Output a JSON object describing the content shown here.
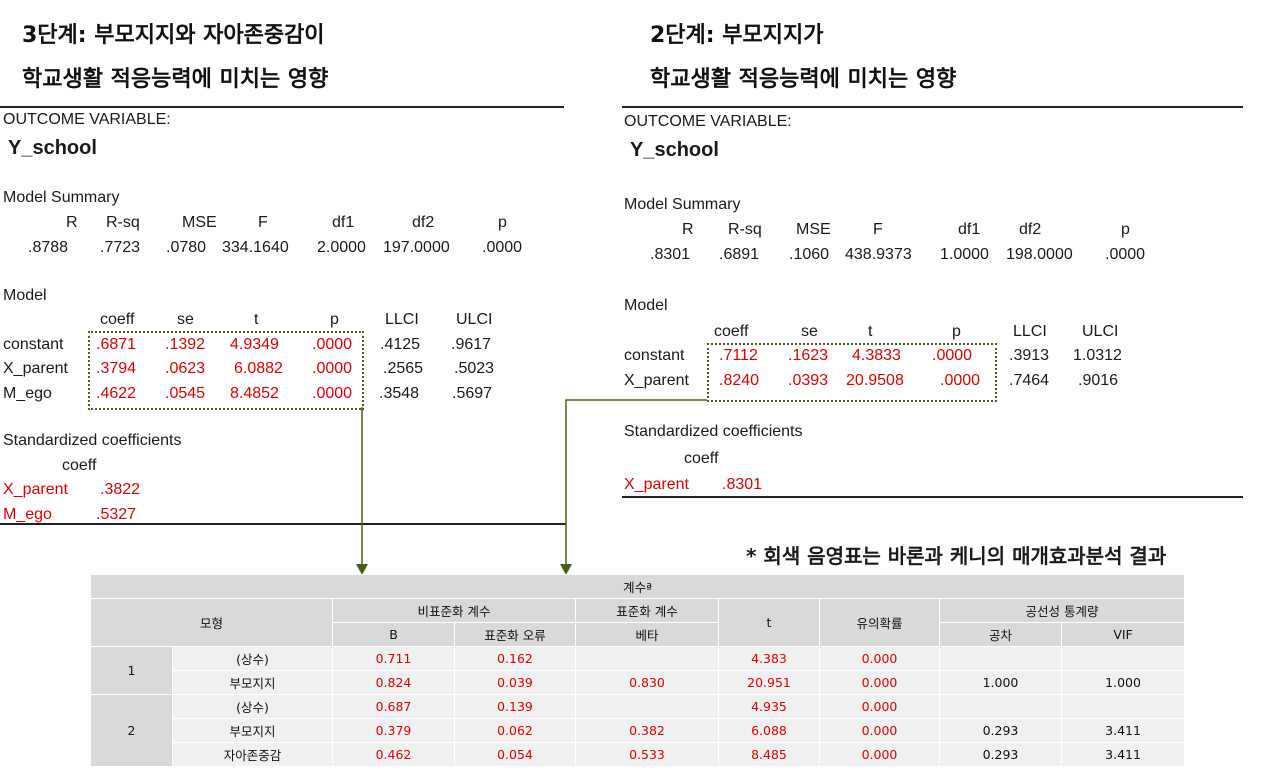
{
  "left": {
    "title_line1": "3단계: 부모지지와 자아존중감이",
    "title_line2": "학교생활 적응능력에 미치는 영향",
    "outcome_label": "OUTCOME VARIABLE:",
    "outcome_var": "Y_school",
    "summary_label": "Model Summary",
    "summary_headers": [
      "R",
      "R-sq",
      "MSE",
      "F",
      "df1",
      "df2",
      "p"
    ],
    "summary_values": [
      ".8788",
      ".7723",
      ".0780",
      "334.1640",
      "2.0000",
      "197.0000",
      ".0000"
    ],
    "model_label": "Model",
    "model_headers": [
      "coeff",
      "se",
      "t",
      "p",
      "LLCI",
      "ULCI"
    ],
    "model_rows": [
      {
        "name": "constant",
        "values": [
          ".6871",
          ".1392",
          "4.9349",
          ".0000",
          ".4125",
          ".9617"
        ]
      },
      {
        "name": "X_parent",
        "values": [
          ".3794",
          ".0623",
          "6.0882",
          ".0000",
          ".2565",
          ".5023"
        ]
      },
      {
        "name": "M_ego",
        "values": [
          ".4622",
          ".0545",
          "8.4852",
          ".0000",
          ".3548",
          ".5697"
        ]
      }
    ],
    "std_label": "Standardized coefficients",
    "std_header": "coeff",
    "std_rows": [
      {
        "name": "X_parent",
        "value": ".3822"
      },
      {
        "name": "M_ego",
        "value": ".5327"
      }
    ]
  },
  "right": {
    "title_line1": "2단계: 부모지지가",
    "title_line2": "학교생활 적응능력에 미치는 영향",
    "outcome_label": "OUTCOME VARIABLE:",
    "outcome_var": "Y_school",
    "summary_label": "Model Summary",
    "summary_headers": [
      "R",
      "R-sq",
      "MSE",
      "F",
      "df1",
      "df2",
      "p"
    ],
    "summary_values": [
      ".8301",
      ".6891",
      ".1060",
      "438.9373",
      "1.0000",
      "198.0000",
      ".0000"
    ],
    "model_label": "Model",
    "model_headers": [
      "coeff",
      "se",
      "t",
      "p",
      "LLCI",
      "ULCI"
    ],
    "model_rows": [
      {
        "name": "constant",
        "values": [
          ".7112",
          ".1623",
          "4.3833",
          ".0000",
          ".3913",
          "1.0312"
        ]
      },
      {
        "name": "X_parent",
        "values": [
          ".8240",
          ".0393",
          "20.9508",
          ".0000",
          ".7464",
          ".9016"
        ]
      }
    ],
    "std_label": "Standardized coefficients",
    "std_header": "coeff",
    "std_rows": [
      {
        "name": "X_parent",
        "value": ".8301"
      }
    ]
  },
  "note": "* 회색 음영표는 바론과 케니의 매개효과분석 결과",
  "spss": {
    "title": "계수ª",
    "h_model": "모형",
    "h_unstd": "비표준화 계수",
    "h_std": "표준화 계수",
    "h_t": "t",
    "h_sig": "유의확률",
    "h_coll": "공선성 통계량",
    "h_b": "B",
    "h_se": "표준화 오류",
    "h_beta": "베타",
    "h_tol": "공차",
    "h_vif": "VIF",
    "models": [
      {
        "num": "1",
        "rows": [
          {
            "name": "(상수)",
            "b": "0.711",
            "se": "0.162",
            "beta": "",
            "t": "4.383",
            "sig": "0.000",
            "tol": "",
            "vif": ""
          },
          {
            "name": "부모지지",
            "b": "0.824",
            "se": "0.039",
            "beta": "0.830",
            "t": "20.951",
            "sig": "0.000",
            "tol": "1.000",
            "vif": "1.000"
          }
        ]
      },
      {
        "num": "2",
        "rows": [
          {
            "name": "(상수)",
            "b": "0.687",
            "se": "0.139",
            "beta": "",
            "t": "4.935",
            "sig": "0.000",
            "tol": "",
            "vif": ""
          },
          {
            "name": "부모지지",
            "b": "0.379",
            "se": "0.062",
            "beta": "0.382",
            "t": "6.088",
            "sig": "0.000",
            "tol": "0.293",
            "vif": "3.411"
          },
          {
            "name": "자아존중감",
            "b": "0.462",
            "se": "0.054",
            "beta": "0.533",
            "t": "8.485",
            "sig": "0.000",
            "tol": "0.293",
            "vif": "3.411"
          }
        ]
      }
    ]
  },
  "colors": {
    "highlight_red": "#e00000",
    "arrow_olive": "#4a5e1a",
    "table_header_gray": "#d9d9d9",
    "table_cell_gray": "#f0f0f0"
  }
}
